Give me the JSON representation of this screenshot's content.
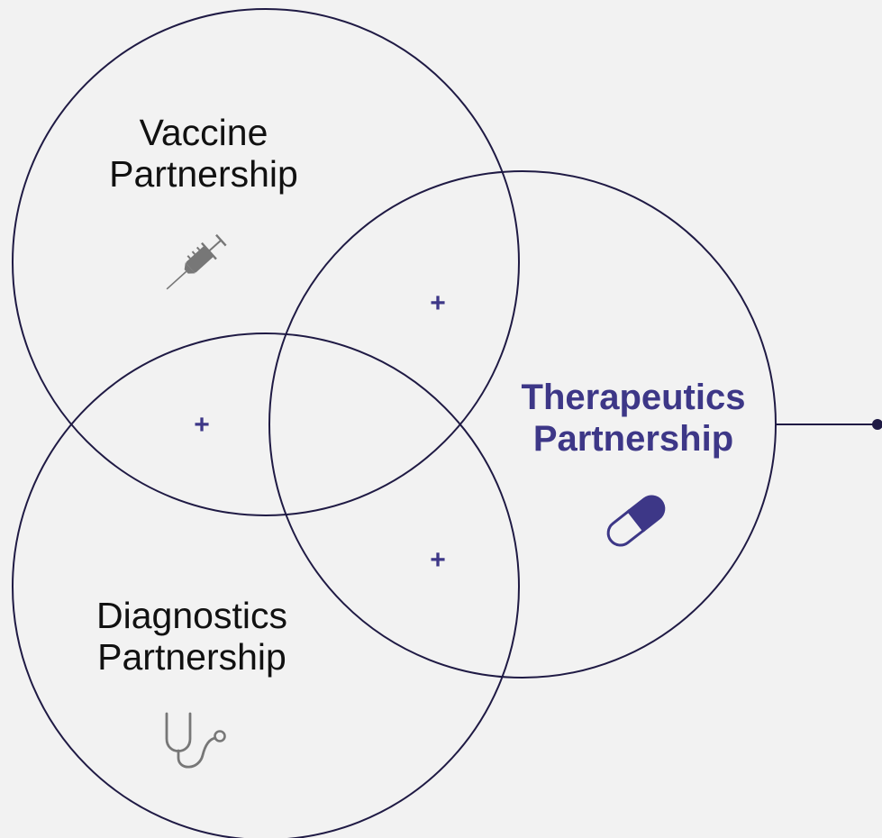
{
  "diagram": {
    "colors": {
      "background": "#f2f2f2",
      "outline": "#1f1a44",
      "accent": "#3d3787",
      "icon_gray": "#777777",
      "text": "#111111"
    },
    "circles": [
      {
        "id": "vaccine",
        "label_lines": [
          "Vaccine",
          "Partnership"
        ],
        "icon": "syringe-icon",
        "highlighted": false
      },
      {
        "id": "therapeutics",
        "label_lines": [
          "Therapeutics",
          "Partnership"
        ],
        "icon": "pill-capsule-icon",
        "highlighted": true
      },
      {
        "id": "diagnostics",
        "label_lines": [
          "Diagnostics",
          "Partnership"
        ],
        "icon": "stethoscope-icon",
        "highlighted": false
      }
    ],
    "intersection_markers": [
      "+",
      "+",
      "+"
    ]
  }
}
